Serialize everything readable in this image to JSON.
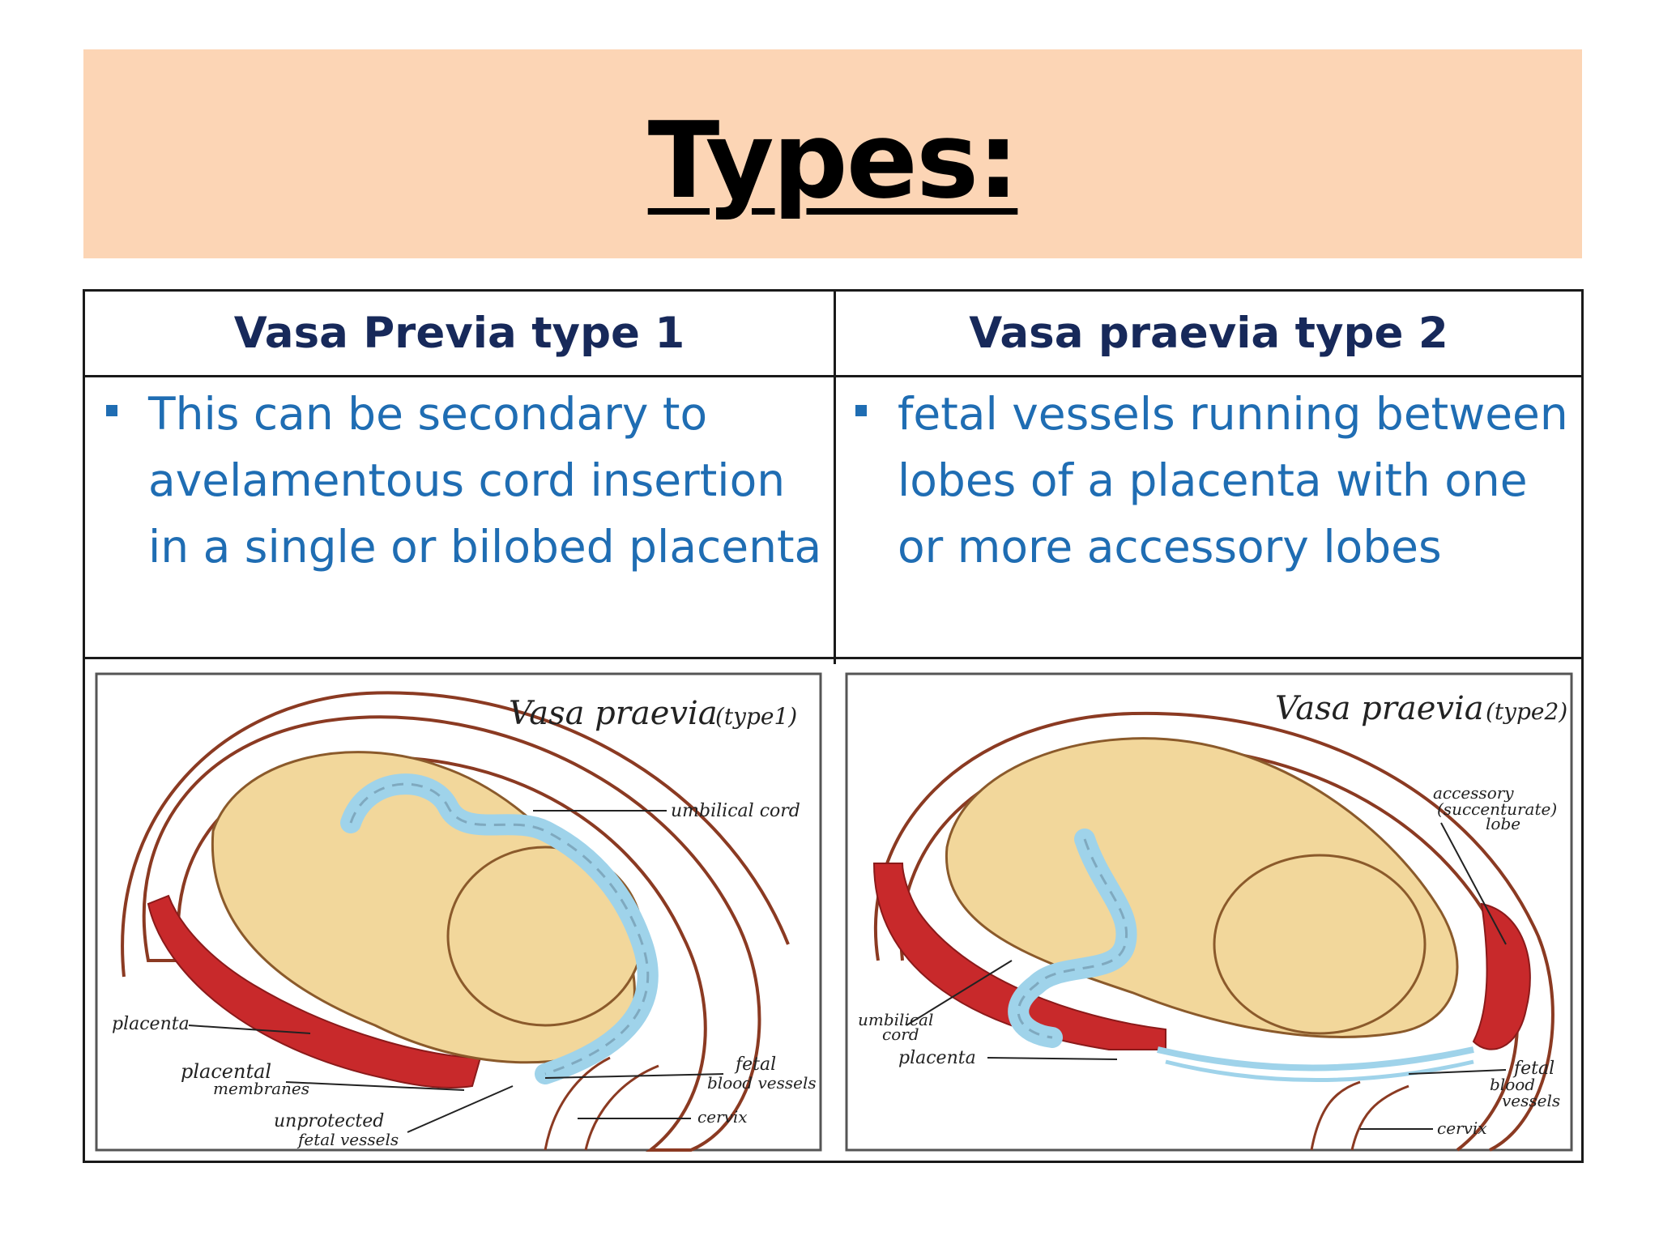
{
  "slide": {
    "title": "Types:"
  },
  "table": {
    "headers": [
      "Vasa Previa type 1",
      "Vasa praevia type 2"
    ],
    "cells": [
      "This can be secondary to avelamentous cord insertion in a single or bilobed placenta",
      "fetal vessels running between lobes of a placenta with one or more accessory lobes"
    ]
  },
  "illustrations": {
    "left": {
      "heading": "Vasa praevia",
      "sub": "(type1)",
      "labels": {
        "umbilical_cord": "umbilical cord",
        "placenta": "placenta",
        "placental_membranes_1": "placental",
        "placental_membranes_2": "membranes",
        "fetal_vessels_1": "fetal",
        "fetal_vessels_2": "blood vessels",
        "unprotected_1": "unprotected",
        "unprotected_2": "fetal vessels",
        "cervix": "cervix"
      }
    },
    "right": {
      "heading": "Vasa praevia",
      "sub": "(type2)",
      "labels": {
        "accessory_1": "accessory",
        "accessory_2": "(succenturate)",
        "accessory_3": "lobe",
        "umbilical_1": "umbilical",
        "umbilical_2": "cord",
        "placenta": "placenta",
        "fetal_1": "fetal",
        "fetal_2": "blood",
        "fetal_3": "vessels",
        "cervix": "cervix"
      }
    }
  },
  "colors": {
    "title_band": "#fcd5b5",
    "header_text": "#17295a",
    "body_text": "#1f6db3",
    "placenta": "#c8292b",
    "fetus": "#f2d79b",
    "cord": "#9fd3ea"
  }
}
